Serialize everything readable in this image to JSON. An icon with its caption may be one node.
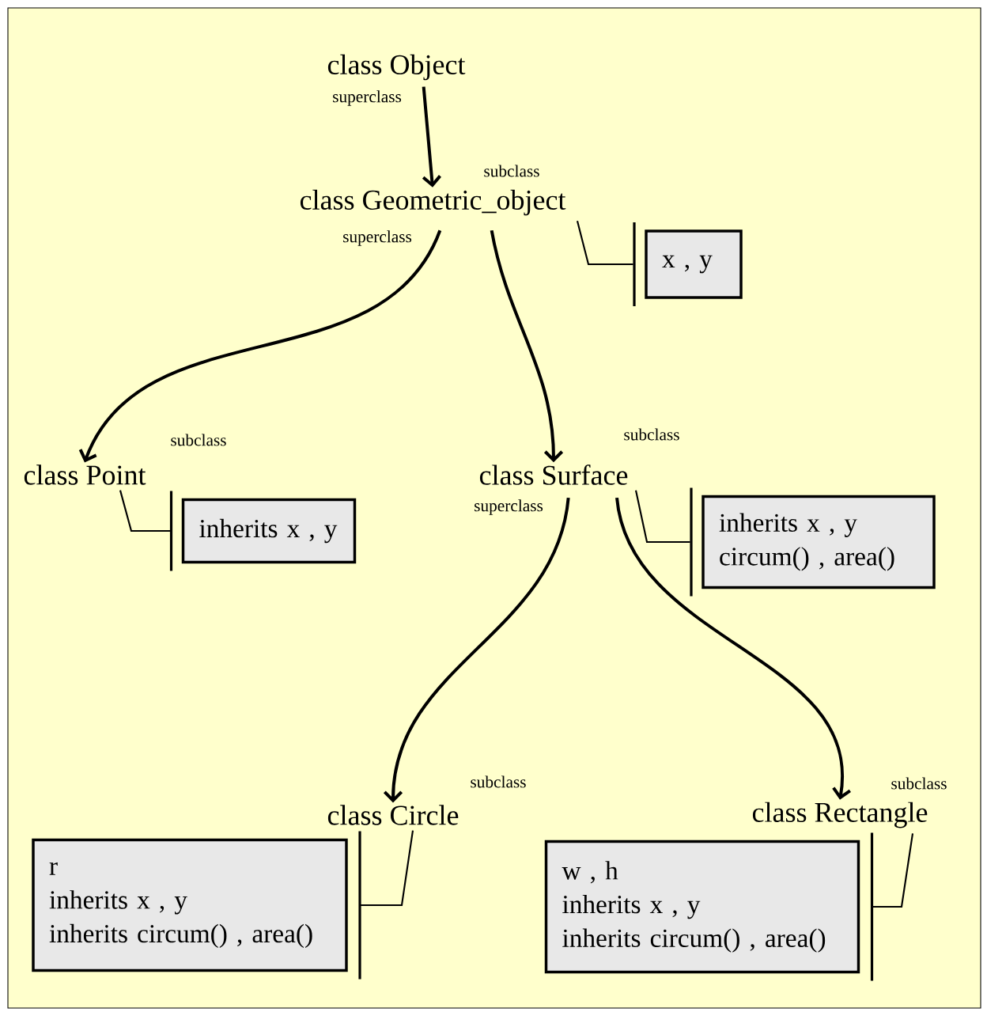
{
  "diagram": {
    "nodes": [
      {
        "text": [
          "class Object"
        ],
        "beside": [
          "superclass"
        ]
      },
      {
        "text": [
          "class Geometric_object"
        ],
        "beside": [
          "subclass",
          "superclass"
        ]
      },
      {
        "text": [
          "x , y"
        ]
      },
      {
        "text": [
          "class Point"
        ],
        "beside": [
          "subclass"
        ]
      },
      {
        "text": [
          "inherits x , y"
        ]
      },
      {
        "text": [
          "class Surface"
        ],
        "beside": [
          "subclass",
          "superclass"
        ]
      },
      {
        "text": [
          "inherits x , y",
          "circum() , area()"
        ]
      },
      {
        "text": [
          "class Circle"
        ],
        "beside": [
          "subclass"
        ]
      },
      {
        "text": [
          "r",
          "inherits x , y",
          "inherits circum() , area()"
        ]
      },
      {
        "text": [
          "class Rectangle"
        ],
        "beside": [
          "subclass"
        ]
      },
      {
        "text": [
          "w , h",
          "inherits x , y",
          "inherits circum() , area()"
        ]
      }
    ],
    "edges": [
      {
        "from": 0,
        "to": 1,
        "arrow": "to"
      },
      {
        "from": 1,
        "to": 3,
        "arrow": "to"
      },
      {
        "from": 1,
        "to": 5,
        "arrow": "to"
      },
      {
        "from": 5,
        "to": 7,
        "arrow": "to"
      },
      {
        "from": 5,
        "to": 9,
        "arrow": "to"
      },
      {
        "from": 1,
        "to": 2,
        "arrow": "none"
      },
      {
        "from": 3,
        "to": 4,
        "arrow": "none"
      },
      {
        "from": 5,
        "to": 6,
        "arrow": "none"
      },
      {
        "from": 7,
        "to": 8,
        "arrow": "none"
      },
      {
        "from": 9,
        "to": 10,
        "arrow": "none"
      }
    ]
  }
}
